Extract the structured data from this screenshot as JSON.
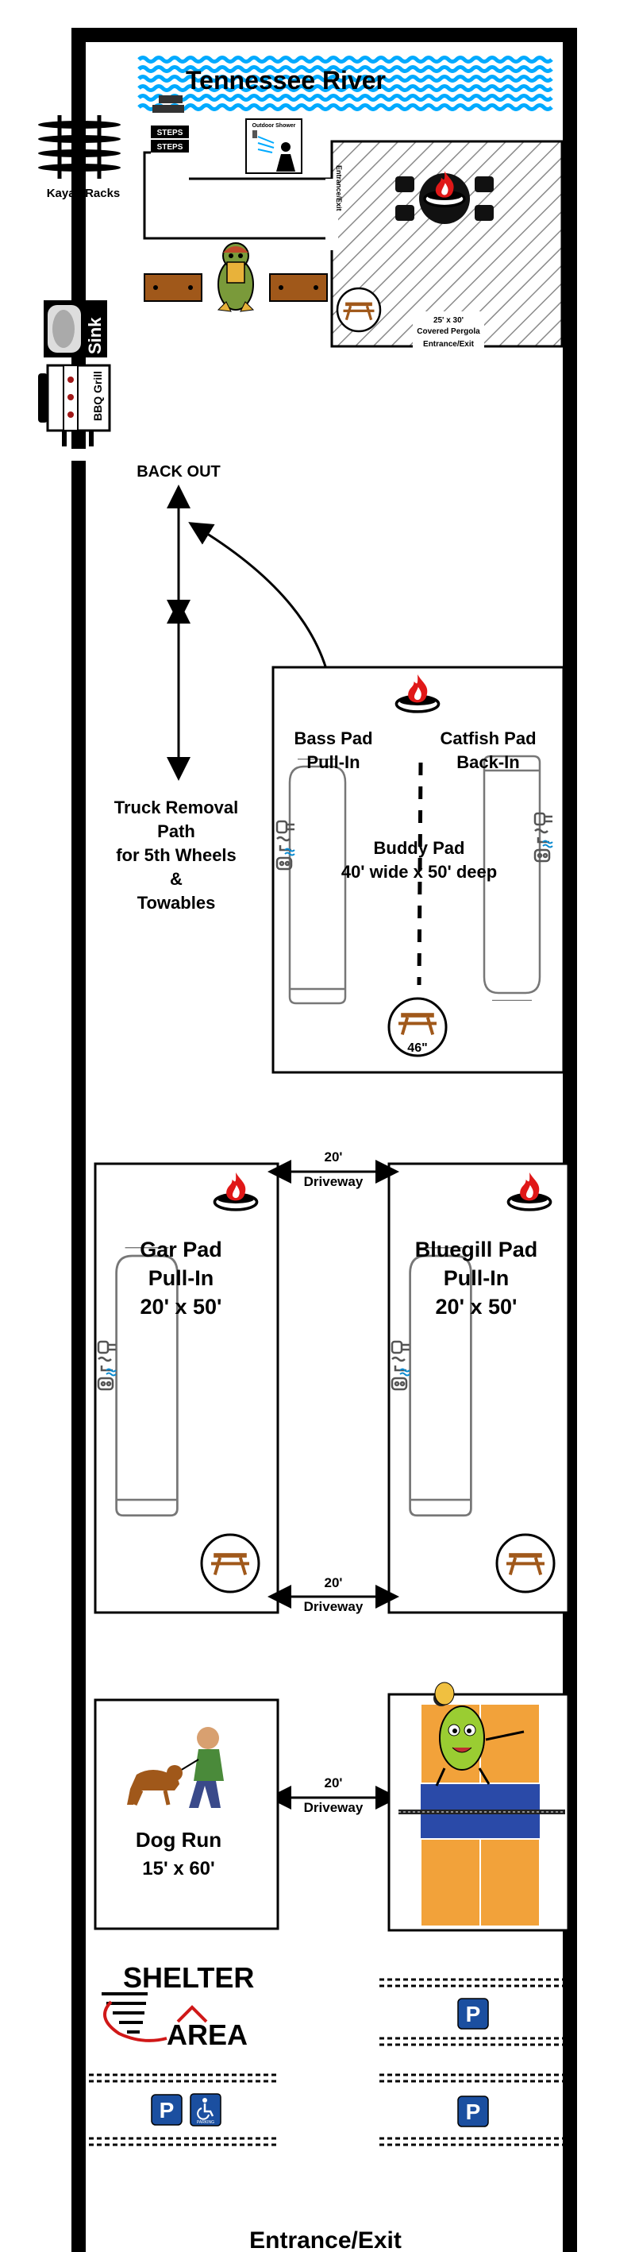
{
  "river": {
    "label": "Tennessee River"
  },
  "amenities": {
    "steps_1": "STEPS",
    "steps_2": "STEPS",
    "kayak_racks": "Kayak Racks",
    "sink": "Sink",
    "bbq_grill": "BBQ Grill",
    "outdoor_shower": "Outdoor Shower",
    "pergola_size": "25' x 30'",
    "pergola_label": "Covered Pergola",
    "pergola_entrance": "Entrance/Exit",
    "pergola_side_label": "Entrance/Exit"
  },
  "truck_path": {
    "back_out": "BACK OUT",
    "line1": "Truck Removal",
    "line2": "Path",
    "line3": "for 5th Wheels",
    "line4": "&",
    "line5": "Towables"
  },
  "buddy_pad": {
    "bass_line1": "Bass Pad",
    "bass_line2": "Pull-In",
    "catfish_line1": "Catfish Pad",
    "catfish_line2": "Back-In",
    "title": "Buddy Pad",
    "size": "40' wide x 50' deep",
    "table_size": "46\""
  },
  "driveway": {
    "width": "20'",
    "label": "Driveway"
  },
  "gar_pad": {
    "line1": "Gar Pad",
    "line2": "Pull-In",
    "size": "20' x 50'"
  },
  "bluegill_pad": {
    "line1": "Bluegill Pad",
    "line2": "Pull-In",
    "size": "20' x 50'"
  },
  "dog_run": {
    "title": "Dog Run",
    "size": "15' x 60'"
  },
  "shelter": {
    "line1": "SHELTER",
    "line2": "AREA"
  },
  "parking": {
    "symbol": "P",
    "accessible_caption": "PARKING"
  },
  "footer": {
    "entrance": "Entrance/Exit"
  },
  "colors": {
    "water": "#00aaff",
    "fire": "#e01818",
    "table": "#a0581a",
    "court_orange": "#f2a23a",
    "court_blue": "#2a4aa8",
    "parking_blue": "#1b4fa0",
    "wall": "#000000"
  }
}
